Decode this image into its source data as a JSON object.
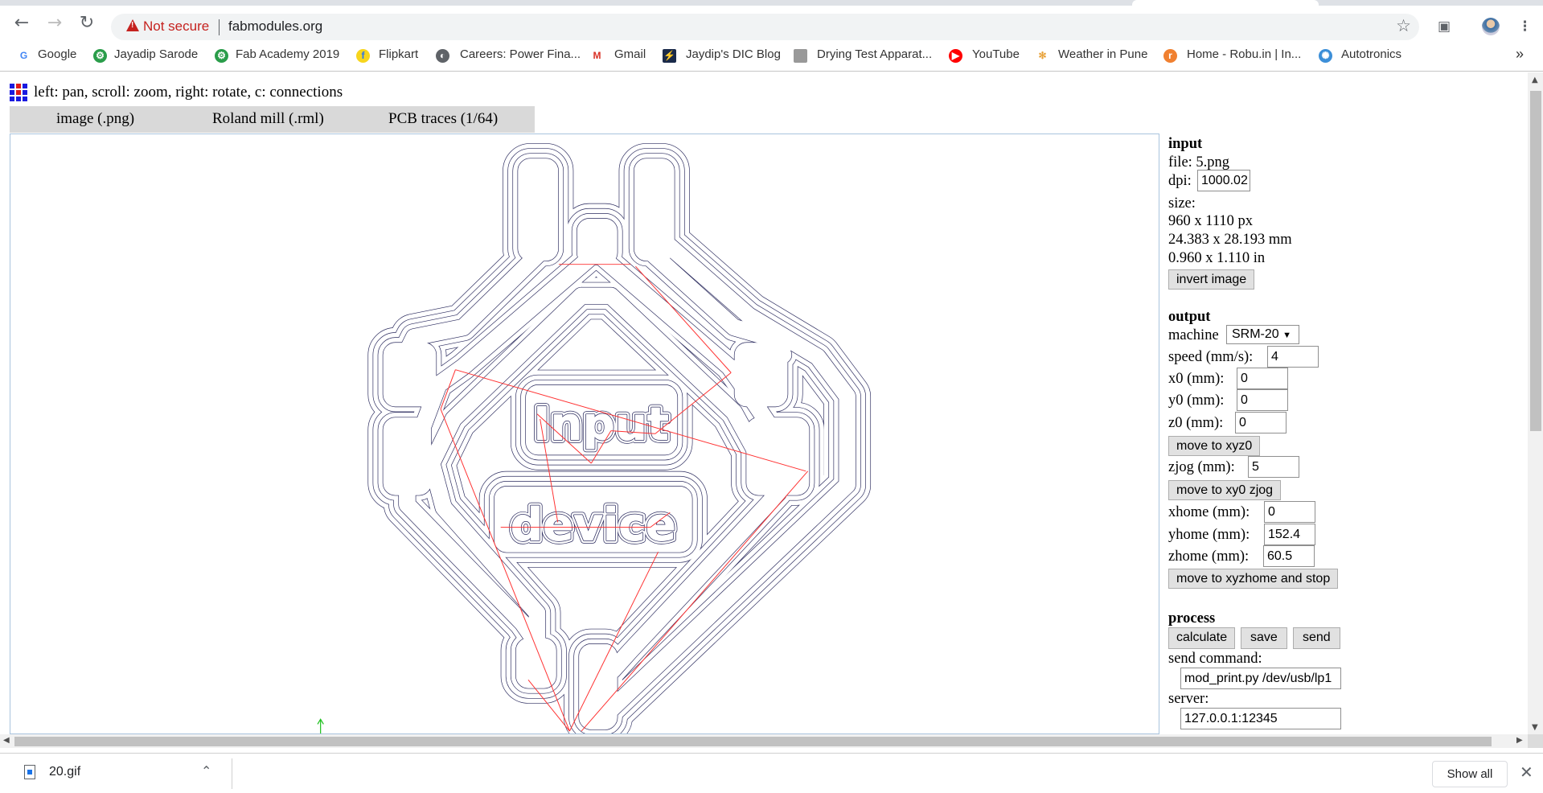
{
  "browser": {
    "security_label": "Not secure",
    "url": "fabmodules.org",
    "bookmarks": [
      {
        "label": "Google",
        "icon": "google-icon"
      },
      {
        "label": "Jayadip Sarode",
        "icon": "fab-icon"
      },
      {
        "label": "Fab Academy 2019",
        "icon": "fab-icon"
      },
      {
        "label": "Flipkart",
        "icon": "flipkart-icon"
      },
      {
        "label": "Careers: Power Fina...",
        "icon": "globe-icon"
      },
      {
        "label": "Gmail",
        "icon": "gmail-icon"
      },
      {
        "label": "Jaydip's DIC Blog",
        "icon": "blog-icon"
      },
      {
        "label": "Drying Test Apparat...",
        "icon": "page-icon"
      },
      {
        "label": "YouTube",
        "icon": "youtube-icon"
      },
      {
        "label": "Weather in Pune",
        "icon": "weather-icon"
      },
      {
        "label": "Home - Robu.in | In...",
        "icon": "robu-icon"
      },
      {
        "label": "Autotronics",
        "icon": "autotronics-icon"
      }
    ],
    "more_bookmarks": "»"
  },
  "page": {
    "hint": "left: pan, scroll: zoom, right: rotate, c: connections",
    "tabs": [
      "image (.png)",
      "Roland mill (.rml)",
      "PCB traces (1/64)"
    ],
    "pcb_labels": [
      "Input",
      "device"
    ],
    "colors": {
      "toolpath": "#2b2b5e",
      "connection": "#ff3030",
      "axis": "#20c020"
    }
  },
  "panel": {
    "input": {
      "heading": "input",
      "file": "file: 5.png",
      "dpi_label": "dpi:",
      "dpi": "1000.02",
      "size_label": "size:",
      "size_px": "960 x 1110 px",
      "size_mm": "24.383 x 28.193 mm",
      "size_in": "0.960 x 1.110 in",
      "invert": "invert image"
    },
    "output": {
      "heading": "output",
      "machine_label": "machine",
      "machine": "SRM-20",
      "speed_label": "speed (mm/s):",
      "speed": "4",
      "x0_label": "x0 (mm):",
      "x0": "0",
      "y0_label": "y0 (mm):",
      "y0": "0",
      "z0_label": "z0 (mm):",
      "z0": "0",
      "move_xyz0": "move to xyz0",
      "zjog_label": "zjog (mm):",
      "zjog": "5",
      "move_xy0_zjog": "move to xy0 zjog",
      "xhome_label": "xhome (mm):",
      "xhome": "0",
      "yhome_label": "yhome (mm):",
      "yhome": "152.4",
      "zhome_label": "zhome (mm):",
      "zhome": "60.5",
      "move_home": "move to xyzhome and stop"
    },
    "process": {
      "heading": "process",
      "calculate": "calculate",
      "save": "save",
      "send": "send",
      "send_command_label": "send command:",
      "send_command": "mod_print.py /dev/usb/lp1",
      "server_label": "server:",
      "server": "127.0.0.1:12345"
    }
  },
  "downloads": {
    "file": "20.gif",
    "show_all": "Show all"
  }
}
